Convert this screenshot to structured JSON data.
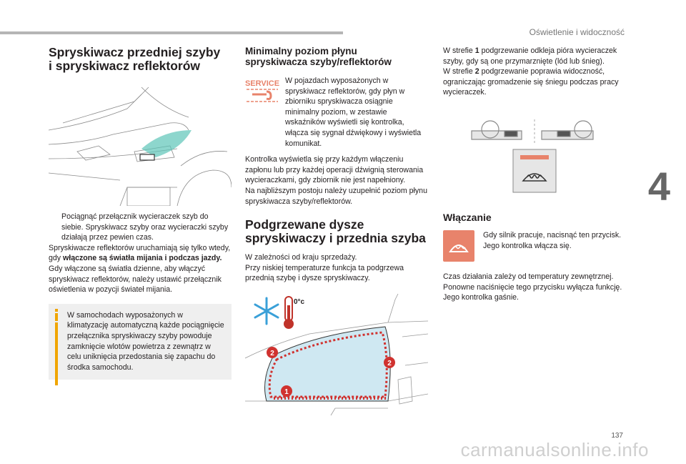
{
  "header": {
    "section": "Oświetlenie i widoczność"
  },
  "chapter": "4",
  "page_number": "137",
  "watermark": "carmanualsonline.info",
  "col1": {
    "title_line1": "Spryskiwacz przedniej szyby",
    "title_line2": "i spryskiwacz reflektorów",
    "bullet_marker": "",
    "bullet": "Pociągnąć przełącznik wycieraczek szyb do siebie. Spryskiwacz szyby oraz wycieraczki szyby działają przez pewien czas.",
    "para1_start": "Spryskiwacze reflektorów uruchamiają się tylko wtedy, gdy ",
    "para1_bold": "włączone są światła mijania i podczas jazdy.",
    "para2": "Gdy włączone są światła dzienne, aby włączyć spryskiwacz reflektorów, należy ustawić przełącznik oświetlenia w pozycji świateł mijania.",
    "info": "W samochodach wyposażonych w klimatyzację automatyczną każde pociągnięcie przełącznika spryskiwaczy szyby powoduje zamknięcie wlotów powietrza z zewnątrz w celu uniknięcia przedostania się zapachu do środka samochodu."
  },
  "col2": {
    "title1_line1": "Minimalny poziom płynu",
    "title1_line2": "spryskiwacza szyby/reflektorów",
    "service_label": "SERVICE",
    "service_text": "W pojazdach wyposażonych w spryskiwacz reflektorów, gdy płyn w zbiorniku spryskiwacza osiągnie minimalny poziom, w zestawie wskaźników wyświetli się kontrolka, włącza się sygnał dźwiękowy i wyświetla komunikat.",
    "para1": "Kontrolka wyświetla się przy każdym włączeniu zapłonu lub przy każdej operacji dźwignią sterowania wycieraczkami, gdy zbiornik nie jest napełniony.",
    "para2": "Na najbliższym postoju należy uzupełnić poziom płynu spryskiwacza szyby/reflektorów.",
    "title2_line1": "Podgrzewane dysze",
    "title2_line2": "spryskiwaczy i przednia szyba",
    "para3": "W zależności od kraju sprzedaży.",
    "para4": "Przy niskiej temperaturze funkcja ta podgrzewa przednią szybę i dysze spryskiwaczy.",
    "temp_label": "0°c",
    "zone1": "1",
    "zone2": "2"
  },
  "col3": {
    "p1_a": "W strefie ",
    "p1_num": "1",
    "p1_b": " podgrzewanie odkleja pióra wycieraczek szyby, gdy są one przymarznięte (lód lub śnieg).",
    "p2_a": "W strefie ",
    "p2_num": "2",
    "p2_b": " podgrzewanie poprawia widoczność, ograniczając gromadzenie się śniegu podczas pracy wycieraczek.",
    "title": "Włączanie",
    "warm_text": "Gdy silnik pracuje, nacisnąć ten przycisk. Jego kontrolka włącza się.",
    "p3": "Czas działania zależy od temperatury zewnętrznej.",
    "p4": "Ponowne naciśnięcie tego przycisku wyłącza funkcję. Jego kontrolka gaśnie."
  },
  "colors": {
    "accent": "#f0a500",
    "service": "#e8836b",
    "zone": "#d0322f",
    "glass": "#5cc4b8"
  }
}
